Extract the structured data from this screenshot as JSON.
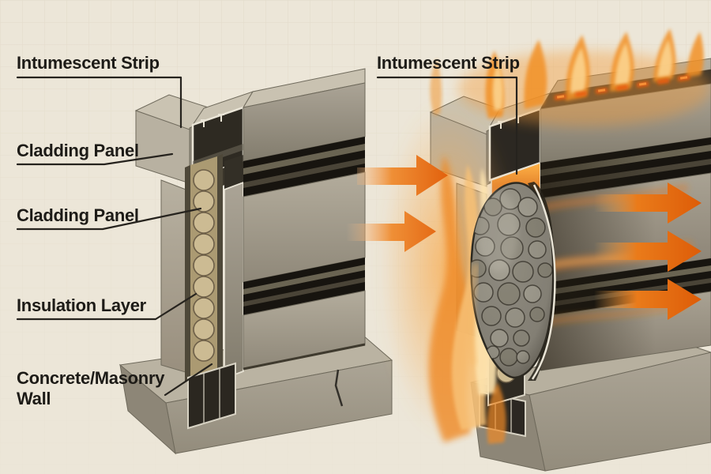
{
  "figure": {
    "type": "technical-illustration",
    "subject": "Intumescent strip in ventilated cladding: normal state (left) vs fire state with expanded char seal (right)",
    "left_panel": {
      "state": "normal",
      "labels": [
        {
          "id": "intumescent-strip",
          "text": "Intumescent Strip"
        },
        {
          "id": "cladding-panel-1",
          "text": "Cladding Panel"
        },
        {
          "id": "cladding-panel-2",
          "text": "Cladding Panel"
        },
        {
          "id": "insulation-layer",
          "text": "Insulation Layer"
        },
        {
          "id": "concrete-masonry-wall",
          "text": "Concrete/Masonry Wall"
        }
      ]
    },
    "right_panel": {
      "state": "fire",
      "labels": [
        {
          "id": "intumescent-strip",
          "text": "Intumescent Strip"
        }
      ],
      "heat_arrows_in": 2,
      "heat_arrows_out": 3
    },
    "colors": {
      "background": "#ece6d8",
      "grid_line": "#c6bba0",
      "label_text": "#1d1b17",
      "leader_line": "#26231e",
      "concrete_gray": "#aaa395",
      "panel_gray": "#a19a8b",
      "insulation_tan": "#ccbb93",
      "flame_orange": "#f08c26",
      "flame_light": "#fbd38e",
      "arrow_orange": "#e2610d",
      "char_gray": "#8f8b80"
    }
  }
}
